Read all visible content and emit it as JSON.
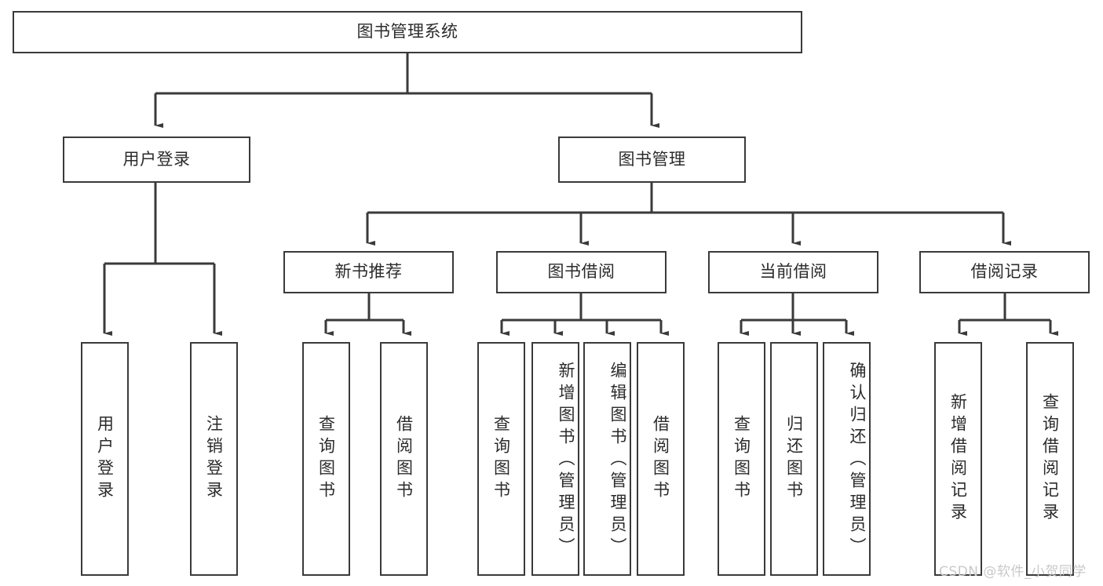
{
  "diagram": {
    "type": "tree-hierarchy",
    "title": "图书管理系统",
    "levels": 4,
    "colors": {
      "box_border": "#3a3a3a",
      "box_fill": "#ffffff",
      "connector": "#3a3a3a",
      "text": "#2b2b2b",
      "watermark": "#c9c9c9",
      "background": "#ffffff"
    },
    "nodes": {
      "root": {
        "label": "图书管理系统",
        "orientation": "horizontal"
      },
      "level2": [
        {
          "id": "user-login",
          "label": "用户登录",
          "orientation": "horizontal"
        },
        {
          "id": "book-management",
          "label": "图书管理",
          "orientation": "horizontal"
        }
      ],
      "level3": [
        {
          "id": "new-book-recommend",
          "label": "新书推荐",
          "orientation": "horizontal"
        },
        {
          "id": "book-borrow",
          "label": "图书借阅",
          "orientation": "horizontal"
        },
        {
          "id": "current-borrow",
          "label": "当前借阅",
          "orientation": "horizontal"
        },
        {
          "id": "borrow-record",
          "label": "借阅记录",
          "orientation": "horizontal"
        }
      ],
      "leaves": {
        "user_login": [
          {
            "id": "leaf-user-login",
            "label": "用户登录",
            "orientation": "vertical"
          },
          {
            "id": "leaf-logout",
            "label": "注销登录",
            "orientation": "vertical"
          }
        ],
        "new_book_recommend": [
          {
            "id": "leaf-query-book-1",
            "label": "查询图书",
            "orientation": "vertical"
          },
          {
            "id": "leaf-borrow-book-1",
            "label": "借阅图书",
            "orientation": "vertical"
          }
        ],
        "book_borrow": [
          {
            "id": "leaf-query-book-2",
            "label": "查询图书",
            "orientation": "vertical"
          },
          {
            "id": "leaf-add-book",
            "label": "新增图书（管理员）",
            "orientation": "vertical"
          },
          {
            "id": "leaf-edit-book",
            "label": "编辑图书（管理员）",
            "orientation": "vertical"
          },
          {
            "id": "leaf-borrow-book-2",
            "label": "借阅图书",
            "orientation": "vertical"
          }
        ],
        "current_borrow": [
          {
            "id": "leaf-query-book-3",
            "label": "查询图书",
            "orientation": "vertical"
          },
          {
            "id": "leaf-return-book",
            "label": "归还图书",
            "orientation": "vertical"
          },
          {
            "id": "leaf-confirm-return",
            "label": "确认归还（管理员）",
            "orientation": "vertical"
          }
        ],
        "borrow_record": [
          {
            "id": "leaf-add-record",
            "label": "新增借阅记录",
            "orientation": "vertical"
          },
          {
            "id": "leaf-query-record",
            "label": "查询借阅记录",
            "orientation": "vertical"
          }
        ]
      }
    },
    "watermark": "CSDN @软件_小贺同学"
  }
}
